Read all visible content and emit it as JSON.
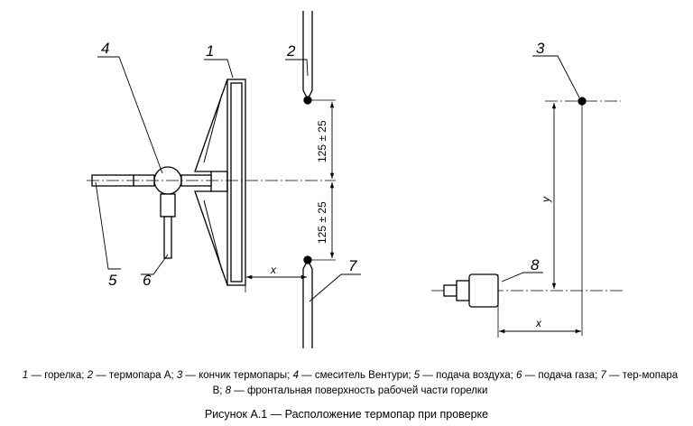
{
  "labels": {
    "l1": "1",
    "l2": "2",
    "l3": "3",
    "l4": "4",
    "l5": "5",
    "l6": "6",
    "l7": "7",
    "l8": "8"
  },
  "dimensions": {
    "upper": "125 ± 25",
    "lower": "125 ± 25",
    "x_left": "x",
    "x_right": "x",
    "y": "y"
  },
  "legend": [
    {
      "num": "1",
      "text": " — горелка; "
    },
    {
      "num": "2",
      "text": " — термопара А; "
    },
    {
      "num": "3",
      "text": " — кончик термопары; "
    },
    {
      "num": "4",
      "text": " — смеситель Вентури; "
    },
    {
      "num": "5",
      "text": " — подача воздуха; "
    },
    {
      "num": "6",
      "text": " — подача газа; "
    },
    {
      "num": "7",
      "text": " — тер-мопара В; "
    },
    {
      "num": "8",
      "text": " — фронтальная поверхность рабочей части горелки"
    }
  ],
  "caption": "Рисунок А.1 — Расположение термопар при проверке"
}
